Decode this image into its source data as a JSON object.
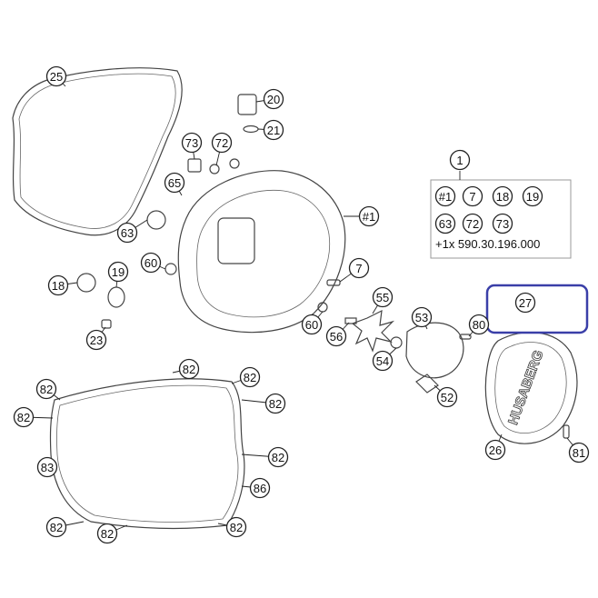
{
  "callouts": [
    {
      "id": "c25a",
      "label": "25"
    },
    {
      "id": "c20",
      "label": "20"
    },
    {
      "id": "c21",
      "label": "21"
    },
    {
      "id": "c73a",
      "label": "73"
    },
    {
      "id": "c72a",
      "label": "72"
    },
    {
      "id": "c65",
      "label": "65"
    },
    {
      "id": "c63a",
      "label": "63"
    },
    {
      "id": "c60a",
      "label": "60"
    },
    {
      "id": "c18a",
      "label": "18"
    },
    {
      "id": "c19a",
      "label": "19"
    },
    {
      "id": "c23",
      "label": "23"
    },
    {
      "id": "c7a",
      "label": "7"
    },
    {
      "id": "c1b",
      "label": "#1"
    },
    {
      "id": "c55",
      "label": "55"
    },
    {
      "id": "c60b",
      "label": "60"
    },
    {
      "id": "c56",
      "label": "56"
    },
    {
      "id": "c54",
      "label": "54"
    },
    {
      "id": "c53",
      "label": "53"
    },
    {
      "id": "c52",
      "label": "52"
    },
    {
      "id": "c80",
      "label": "80"
    },
    {
      "id": "c27",
      "label": "27"
    },
    {
      "id": "c26",
      "label": "26"
    },
    {
      "id": "c81",
      "label": "81"
    },
    {
      "id": "c82a",
      "label": "82"
    },
    {
      "id": "c82b",
      "label": "82"
    },
    {
      "id": "c82c",
      "label": "82"
    },
    {
      "id": "c82d",
      "label": "82"
    },
    {
      "id": "c82e",
      "label": "82"
    },
    {
      "id": "c82f",
      "label": "82"
    },
    {
      "id": "c83",
      "label": "83"
    },
    {
      "id": "c86",
      "label": "86"
    },
    {
      "id": "c82g",
      "label": "82"
    },
    {
      "id": "c82h",
      "label": "82"
    },
    {
      "id": "c82i",
      "label": "82"
    }
  ],
  "kit": {
    "number": "1",
    "items": [
      "#1",
      "7",
      "18",
      "19",
      "63",
      "72",
      "73"
    ],
    "extra": "+1x 590.30.196.000"
  },
  "logo": {
    "brand": "HUSABERG"
  },
  "highlight": {
    "color": "#3a3fa8"
  }
}
